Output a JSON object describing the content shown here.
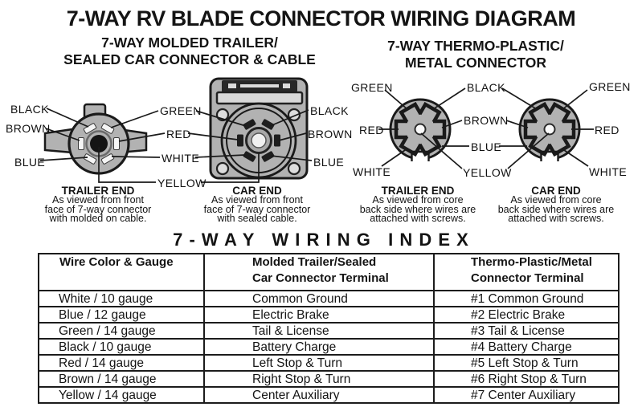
{
  "title": "7-WAY RV BLADE CONNECTOR WIRING DIAGRAM",
  "molded_section": {
    "subtitle_1": "7-WAY MOLDED TRAILER/",
    "subtitle_2": "SEALED CAR CONNECTOR & CABLE",
    "trailer_labels": {
      "black": "BLACK",
      "brown": "BROWN",
      "blue": "BLUE"
    },
    "shared_labels": {
      "green": "GREEN",
      "red": "RED",
      "white": "WHITE",
      "yellow": "YELLOW"
    },
    "car_labels": {
      "black": "BLACK",
      "brown": "BROWN",
      "blue": "BLUE"
    },
    "trailer_caption": {
      "heading": "TRAILER END",
      "lines": [
        "As viewed from front",
        "face of 7-way connector",
        "with molded on cable."
      ]
    },
    "car_caption": {
      "heading": "CAR END",
      "lines": [
        "As viewed from front",
        "face of 7-way connector",
        "with sealed cable."
      ]
    }
  },
  "thermo_section": {
    "subtitle_1": "7-WAY THERMO-PLASTIC/",
    "subtitle_2": "METAL CONNECTOR",
    "trailer_labels": {
      "green": "GREEN",
      "red": "RED",
      "white": "WHITE"
    },
    "shared_labels": {
      "black": "BLACK",
      "brown": "BROWN",
      "blue": "BLUE",
      "yellow": "YELLOW"
    },
    "car_labels": {
      "green": "GREEN",
      "red": "RED",
      "white": "WHITE"
    },
    "trailer_caption": {
      "heading": "TRAILER END",
      "lines": [
        "As viewed from core",
        "back side where wires are",
        "attached with screws."
      ]
    },
    "car_caption": {
      "heading": "CAR END",
      "lines": [
        "As viewed from core",
        "back side where wires are",
        "attached with screws."
      ]
    }
  },
  "wiring_index": {
    "title": "7 - W A Y   W I R I N G   I N D E X",
    "columns": [
      {
        "line1": "Wire Color & Gauge",
        "line2": ""
      },
      {
        "line1": "Molded Trailer/Sealed",
        "line2": "Car Connector Terminal"
      },
      {
        "line1": "Thermo-Plastic/Metal",
        "line2": "Connector Terminal"
      }
    ],
    "rows": [
      {
        "wire": "White / 10 gauge",
        "molded": "Common Ground",
        "thermo": "#1 Common Ground"
      },
      {
        "wire": "Blue / 12 gauge",
        "molded": "Electric Brake",
        "thermo": "#2 Electric Brake"
      },
      {
        "wire": "Green / 14 gauge",
        "molded": "Tail & License",
        "thermo": "#3 Tail & License"
      },
      {
        "wire": "Black / 10 gauge",
        "molded": "Battery Charge",
        "thermo": "#4 Battery Charge"
      },
      {
        "wire": "Red / 14 gauge",
        "molded": "Left Stop & Turn",
        "thermo": "#5 Left Stop & Turn"
      },
      {
        "wire": "Brown / 14 gauge",
        "molded": "Right Stop & Turn",
        "thermo": "#6 Right Stop & Turn"
      },
      {
        "wire": "Yellow / 14 gauge",
        "molded": "Center Auxiliary",
        "thermo": "#7 Center Auxiliary"
      }
    ]
  },
  "colors": {
    "connector_body": "#b2b2b2",
    "outline": "#1a1a1a",
    "blade_dark": "#1e1e1e",
    "blade_light": "#f5f5f5"
  }
}
